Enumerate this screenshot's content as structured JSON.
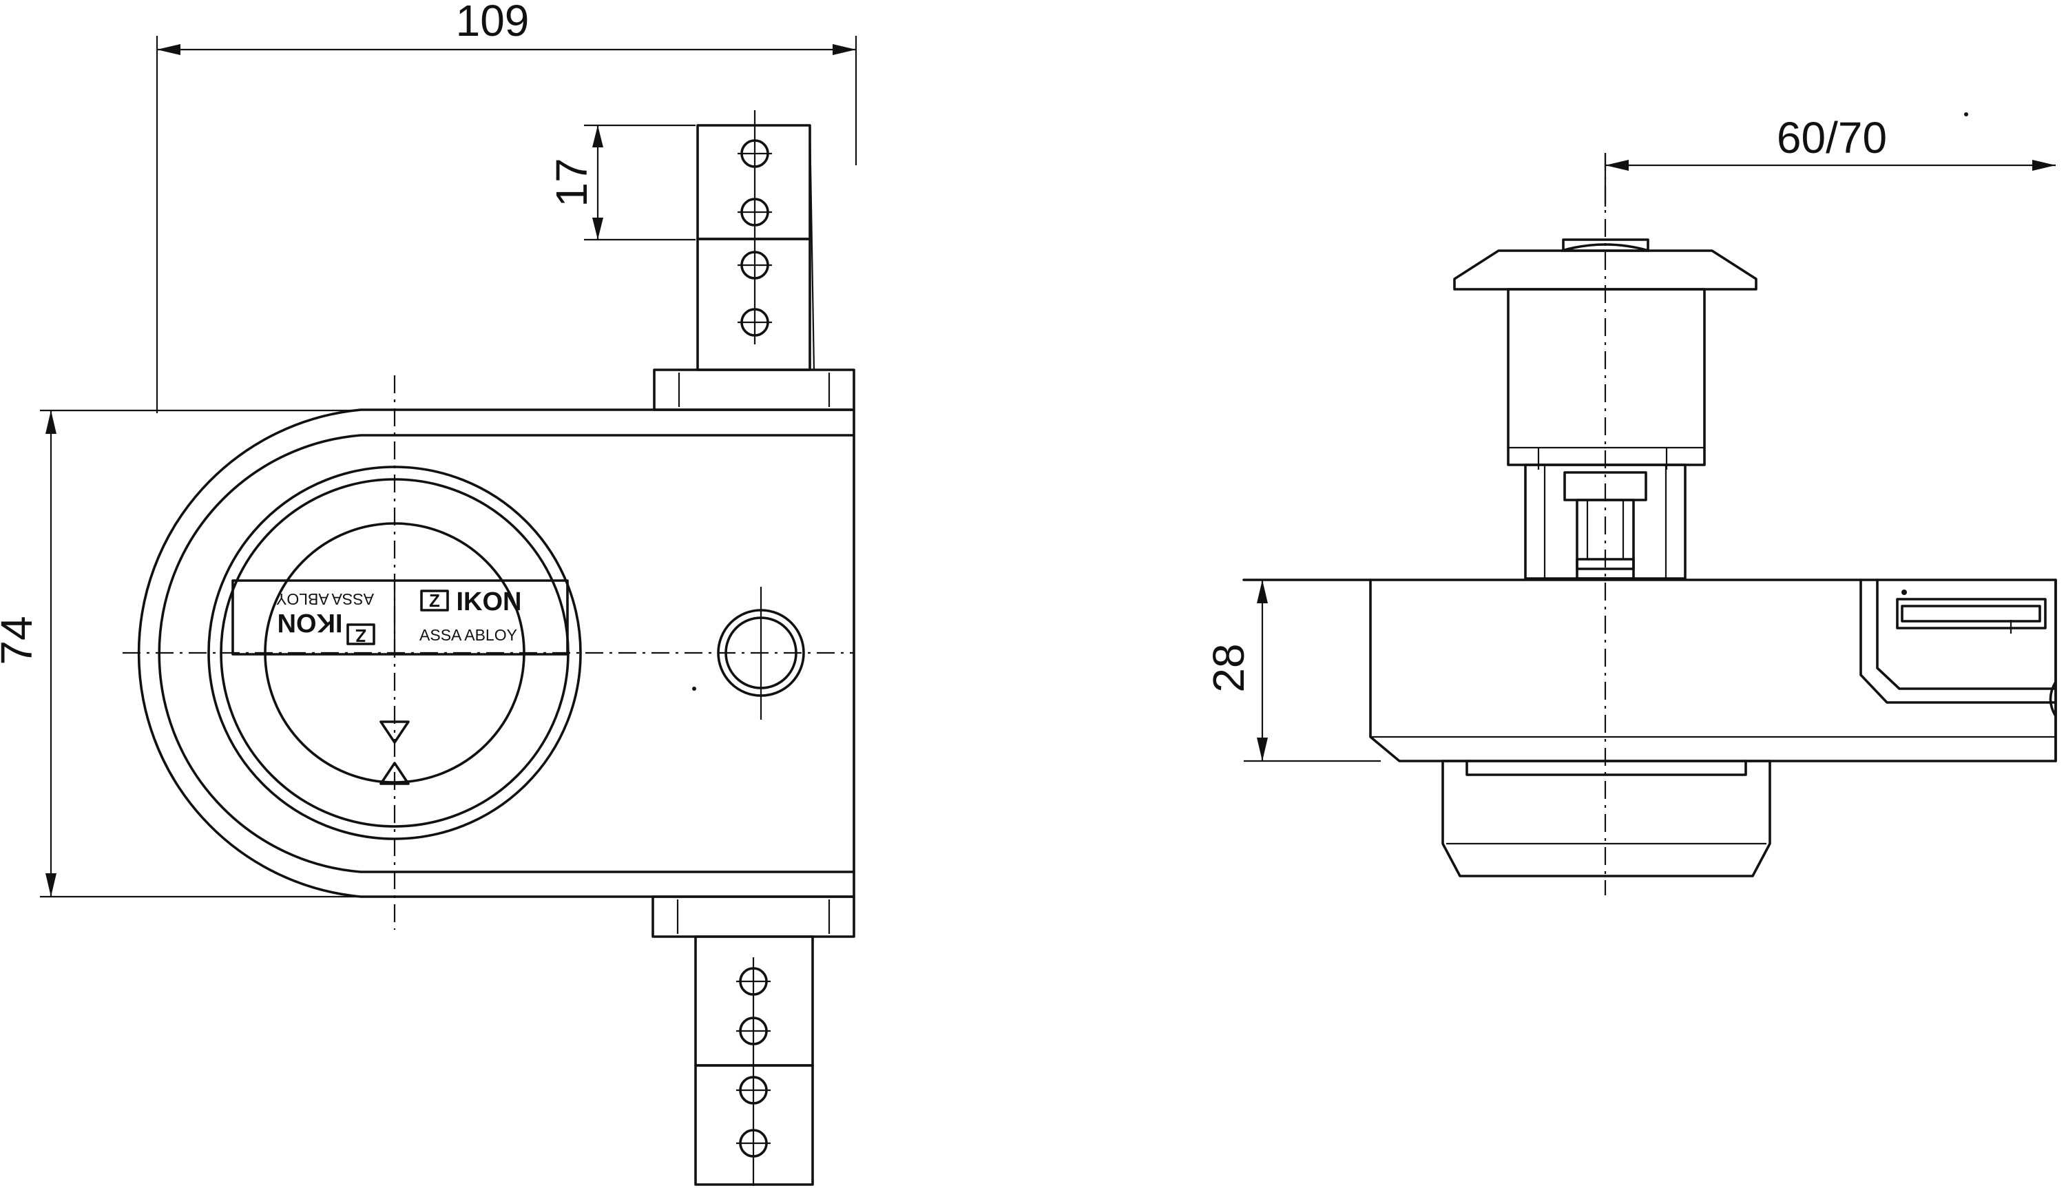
{
  "colors": {
    "line": "#111111",
    "background": "#ffffff"
  },
  "dimensions": {
    "width_total": "109",
    "plate_pitch": "17",
    "height_front": "74",
    "projection": "60/70",
    "height_side": "28"
  },
  "knob_label": {
    "brand": "IKON",
    "company": "ASSA ABLOY",
    "logo_mark": "Z"
  }
}
